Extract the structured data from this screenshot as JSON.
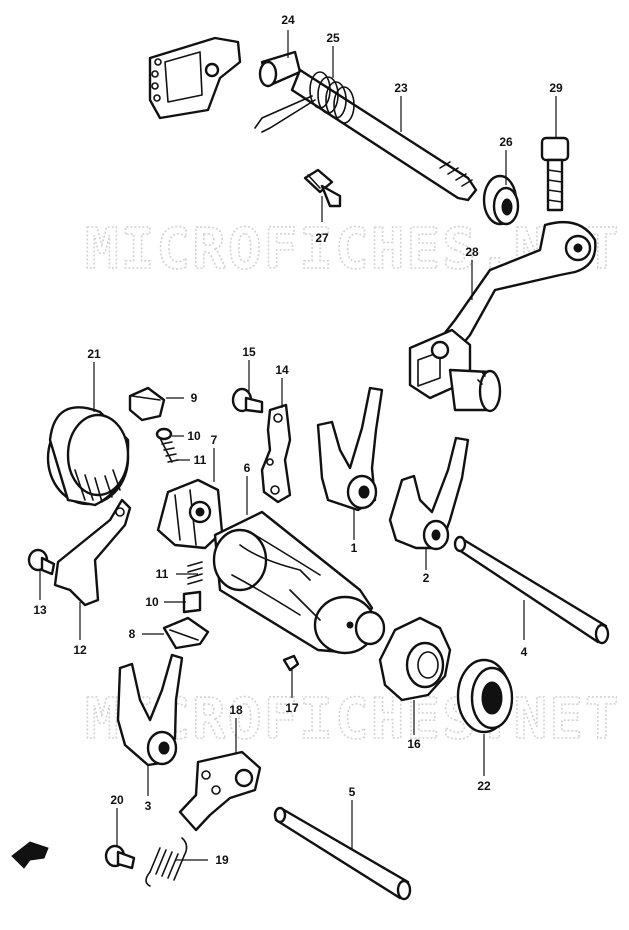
{
  "watermark": {
    "text": "MICROFICHES.NET",
    "color": "#d2d2d2"
  },
  "colors": {
    "line": "#111111",
    "background": "#ffffff"
  },
  "callouts": [
    {
      "id": "1",
      "label": "1"
    },
    {
      "id": "2",
      "label": "2"
    },
    {
      "id": "3",
      "label": "3"
    },
    {
      "id": "4",
      "label": "4"
    },
    {
      "id": "5",
      "label": "5"
    },
    {
      "id": "6",
      "label": "6"
    },
    {
      "id": "7",
      "label": "7"
    },
    {
      "id": "8",
      "label": "8"
    },
    {
      "id": "9",
      "label": "9"
    },
    {
      "id": "10a",
      "label": "10"
    },
    {
      "id": "10b",
      "label": "10"
    },
    {
      "id": "11a",
      "label": "11"
    },
    {
      "id": "11b",
      "label": "11"
    },
    {
      "id": "12",
      "label": "12"
    },
    {
      "id": "13",
      "label": "13"
    },
    {
      "id": "14",
      "label": "14"
    },
    {
      "id": "15",
      "label": "15"
    },
    {
      "id": "16",
      "label": "16"
    },
    {
      "id": "17",
      "label": "17"
    },
    {
      "id": "18",
      "label": "18"
    },
    {
      "id": "19",
      "label": "19"
    },
    {
      "id": "20",
      "label": "20"
    },
    {
      "id": "21",
      "label": "21"
    },
    {
      "id": "22",
      "label": "22"
    },
    {
      "id": "23",
      "label": "23"
    },
    {
      "id": "24",
      "label": "24"
    },
    {
      "id": "25",
      "label": "25"
    },
    {
      "id": "26",
      "label": "26"
    },
    {
      "id": "27",
      "label": "27"
    },
    {
      "id": "28",
      "label": "28"
    },
    {
      "id": "29",
      "label": "29"
    }
  ]
}
